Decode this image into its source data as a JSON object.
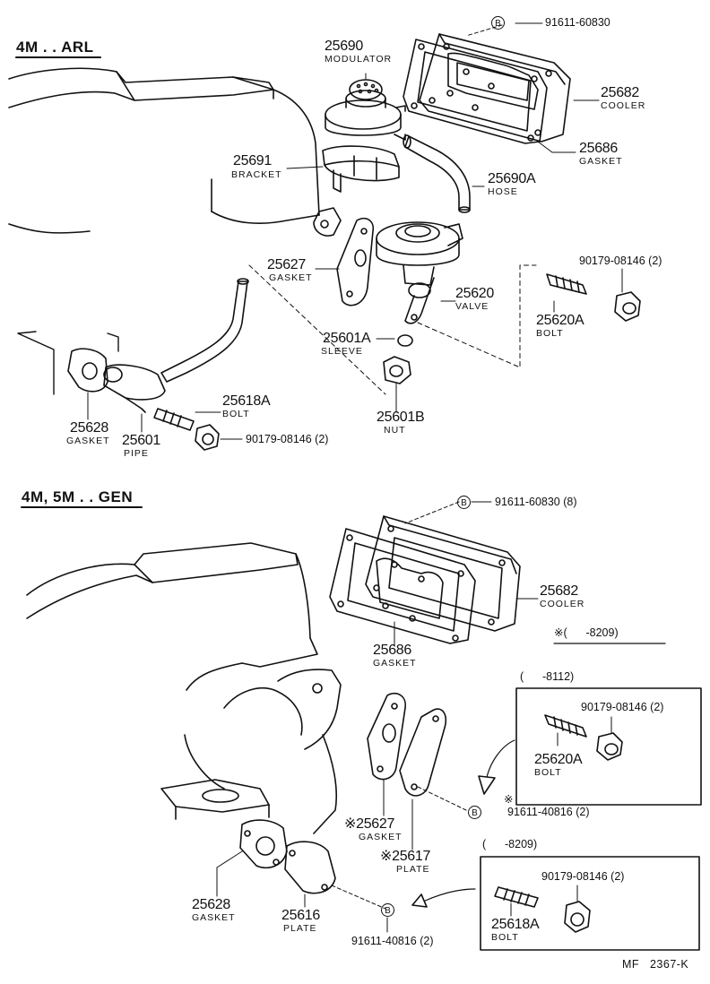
{
  "sections": [
    {
      "title": "4M . . ARL"
    },
    {
      "title": "4M, 5M . . GEN"
    }
  ],
  "bolt_marker": "B",
  "top": {
    "p25690": {
      "num": "25690",
      "name": "MODULATOR"
    },
    "p91611a": {
      "num": "91611-60830"
    },
    "p25682": {
      "num": "25682",
      "name": "COOLER"
    },
    "p25686": {
      "num": "25686",
      "name": "GASKET"
    },
    "p25691": {
      "num": "25691",
      "name": "BRACKET"
    },
    "p25690A": {
      "num": "25690A",
      "name": "HOSE"
    },
    "p25627": {
      "num": "25627",
      "name": "GASKET"
    },
    "p90179a": {
      "num": "90179-08146 (2)"
    },
    "p25620": {
      "num": "25620",
      "name": "VALVE"
    },
    "p25620A": {
      "num": "25620A",
      "name": "BOLT"
    },
    "p25601A": {
      "num": "25601A",
      "name": "SLEEVE"
    },
    "p25618A": {
      "num": "25618A",
      "name": "BOLT"
    },
    "p25601B": {
      "num": "25601B",
      "name": "NUT"
    },
    "p25628": {
      "num": "25628",
      "name": "GASKET"
    },
    "p25601": {
      "num": "25601",
      "name": "PIPE"
    },
    "p90179b": {
      "num": "90179-08146 (2)"
    }
  },
  "bottom": {
    "p91611b": {
      "num": "91611-60830 (8)"
    },
    "p25682": {
      "num": "25682",
      "name": "COOLER"
    },
    "p25686": {
      "num": "25686",
      "name": "GASKET"
    },
    "range_8209": "※(      -8209)",
    "range_8112": "(      -8112)",
    "p90179c": {
      "num": "90179-08146 (2)"
    },
    "p25620A": {
      "num": "25620A",
      "name": "BOLT"
    },
    "p25627": {
      "num": "※25627",
      "name": "GASKET"
    },
    "star": "※",
    "p91611c": {
      "num": "91611-40816 (2)"
    },
    "p25617": {
      "num": "※25617",
      "name": "PLATE"
    },
    "range_8209b": "(      -8209)",
    "p90179d": {
      "num": "90179-08146 (2)"
    },
    "p25628": {
      "num": "25628",
      "name": "GASKET"
    },
    "p25616": {
      "num": "25616",
      "name": "PLATE"
    },
    "p25618A": {
      "num": "25618A",
      "name": "BOLT"
    },
    "p91611d": {
      "num": "91611-40816 (2)"
    }
  },
  "footer": "MF   2367-K"
}
